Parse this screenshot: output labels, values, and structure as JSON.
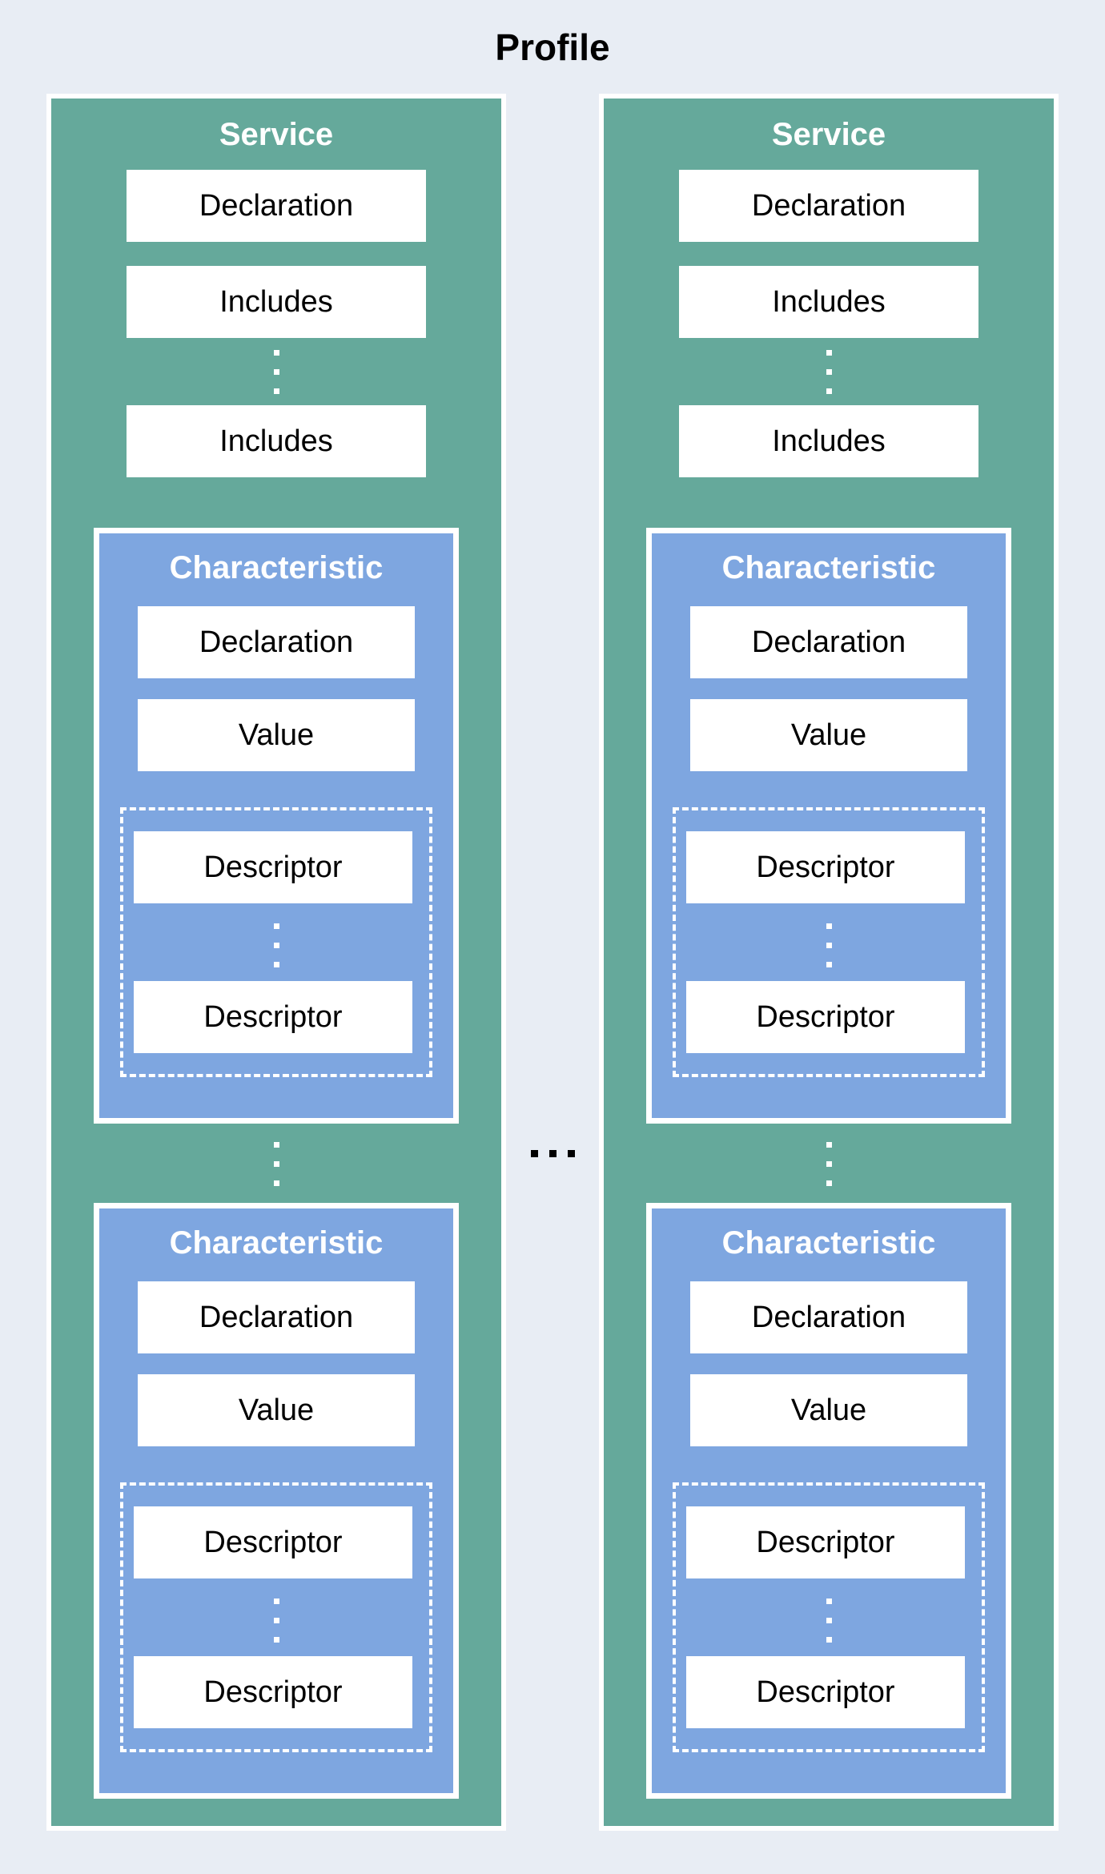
{
  "title": "Profile",
  "colors": {
    "background": "#e8edf4",
    "service_fill": "#65a99b",
    "characteristic_fill": "#7ea6e0",
    "box_fill": "#ffffff",
    "border": "#ffffff",
    "text_dark": "#000000",
    "text_light": "#ffffff"
  },
  "icons": {
    "horizontal_ellipsis": "horizontal-ellipsis-icon",
    "vertical_ellipsis": "vertical-ellipsis-icon"
  },
  "services": [
    {
      "label": "Service",
      "declaration_label": "Declaration",
      "includes": [
        "Includes",
        "Includes"
      ],
      "characteristics": [
        {
          "label": "Characteristic",
          "declaration_label": "Declaration",
          "value_label": "Value",
          "descriptors": [
            "Descriptor",
            "Descriptor"
          ]
        },
        {
          "label": "Characteristic",
          "declaration_label": "Declaration",
          "value_label": "Value",
          "descriptors": [
            "Descriptor",
            "Descriptor"
          ]
        }
      ]
    },
    {
      "label": "Service",
      "declaration_label": "Declaration",
      "includes": [
        "Includes",
        "Includes"
      ],
      "characteristics": [
        {
          "label": "Characteristic",
          "declaration_label": "Declaration",
          "value_label": "Value",
          "descriptors": [
            "Descriptor",
            "Descriptor"
          ]
        },
        {
          "label": "Characteristic",
          "declaration_label": "Declaration",
          "value_label": "Value",
          "descriptors": [
            "Descriptor",
            "Descriptor"
          ]
        }
      ]
    }
  ]
}
